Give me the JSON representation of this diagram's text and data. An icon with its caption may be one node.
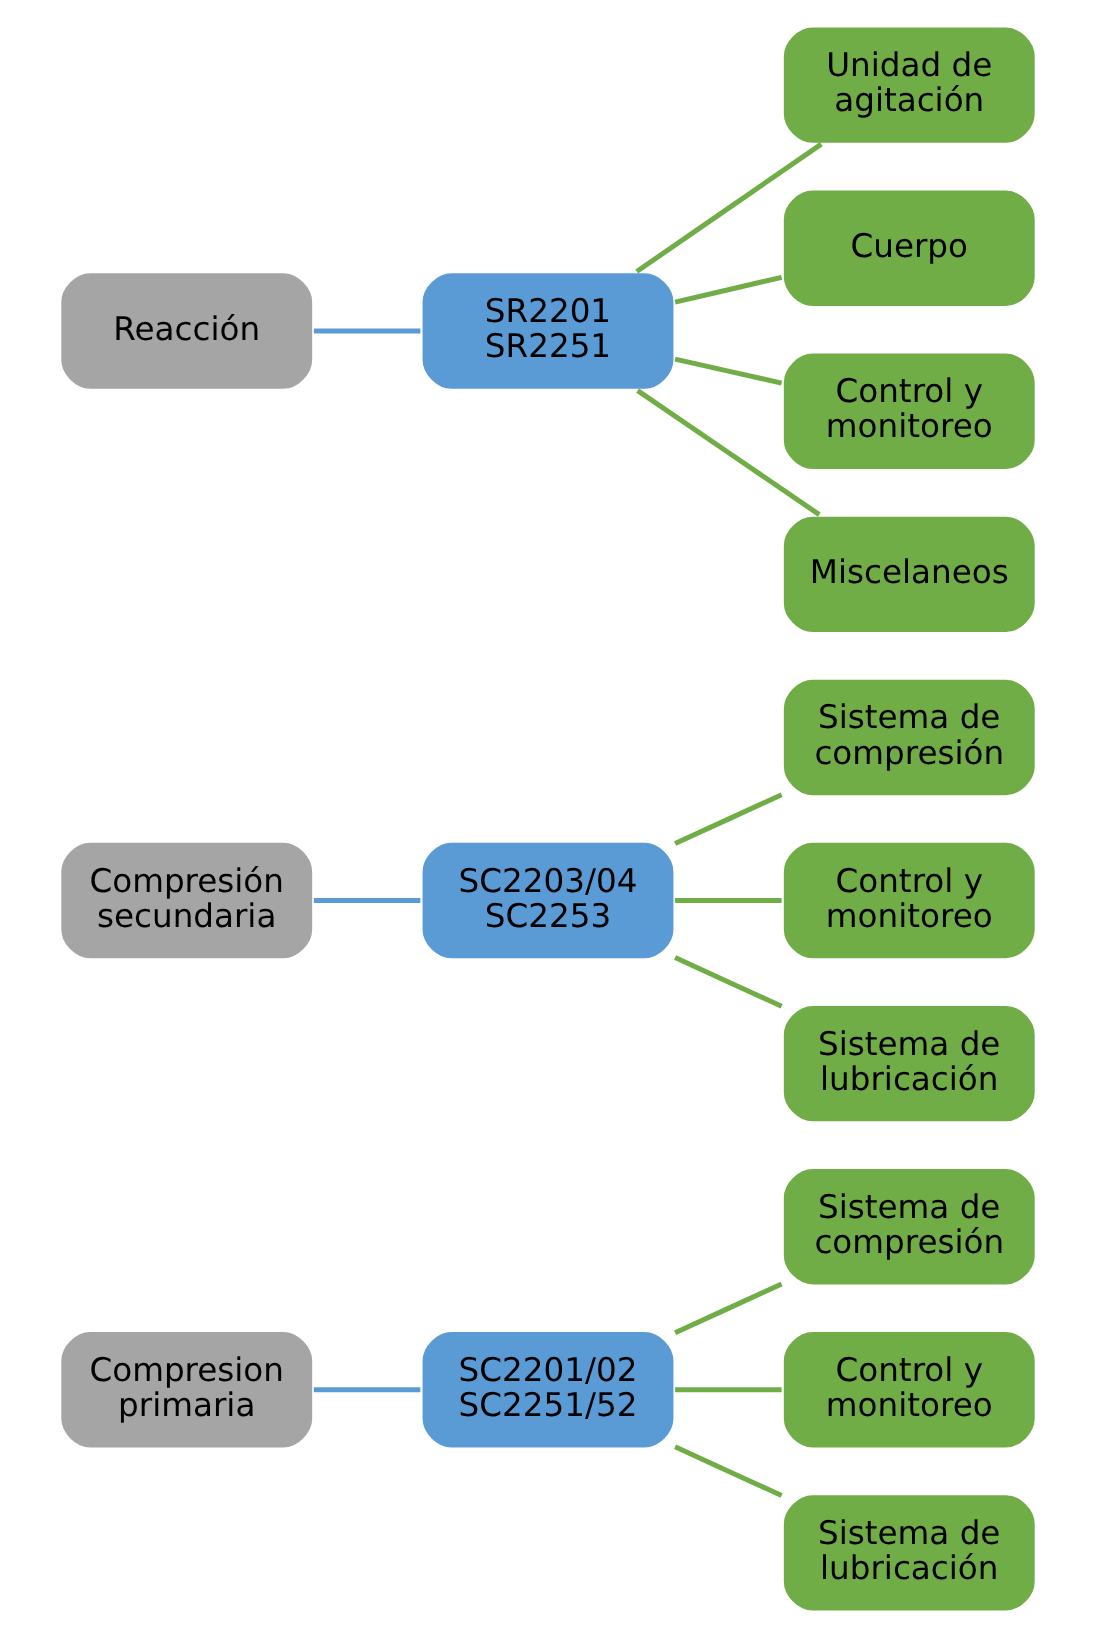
{
  "diagram": {
    "nodes": [
      {
        "text": [
          "Compresion primaria"
        ]
      },
      {
        "text": [
          "SC2201/02 SC2251/52"
        ]
      },
      {
        "text": [
          "Sistema de compresión"
        ]
      },
      {
        "text": [
          "Control y monitoreo"
        ]
      },
      {
        "text": [
          "Sistema de lubricación"
        ]
      },
      {
        "text": [
          "Compresión secundaria"
        ]
      },
      {
        "text": [
          "SC2203/04 SC2253"
        ]
      },
      {
        "text": [
          "Sistema de compresión"
        ]
      },
      {
        "text": [
          "Control y monitoreo"
        ]
      },
      {
        "text": [
          "Sistema de lubricación"
        ]
      },
      {
        "text": [
          "Reacción"
        ]
      },
      {
        "text": [
          "SR2201 SR2251"
        ]
      },
      {
        "text": [
          "Unidad de agitación"
        ]
      },
      {
        "text": [
          "Cuerpo"
        ]
      },
      {
        "text": [
          "Control y monitoreo"
        ]
      },
      {
        "text": [
          "Miscelaneos"
        ]
      }
    ],
    "edges": [
      {
        "from": 0,
        "to": 1,
        "arrow": "none",
        "color": "#5b9bd5"
      },
      {
        "from": 1,
        "to": 2,
        "arrow": "none"
      },
      {
        "from": 1,
        "to": 3,
        "arrow": "none"
      },
      {
        "from": 1,
        "to": 4,
        "arrow": "none"
      },
      {
        "from": 5,
        "to": 6,
        "arrow": "none",
        "color": "#5b9bd5"
      },
      {
        "from": 6,
        "to": 7,
        "arrow": "none"
      },
      {
        "from": 6,
        "to": 8,
        "arrow": "none"
      },
      {
        "from": 6,
        "to": 9,
        "arrow": "none"
      },
      {
        "from": 10,
        "to": 11,
        "arrow": "none",
        "color": "#5b9bd5"
      },
      {
        "from": 11,
        "to": 12,
        "arrow": "none"
      },
      {
        "from": 11,
        "to": 13,
        "arrow": "none"
      },
      {
        "from": 11,
        "to": 14,
        "arrow": "none"
      },
      {
        "from": 11,
        "to": 15,
        "arrow": "none"
      }
    ]
  }
}
